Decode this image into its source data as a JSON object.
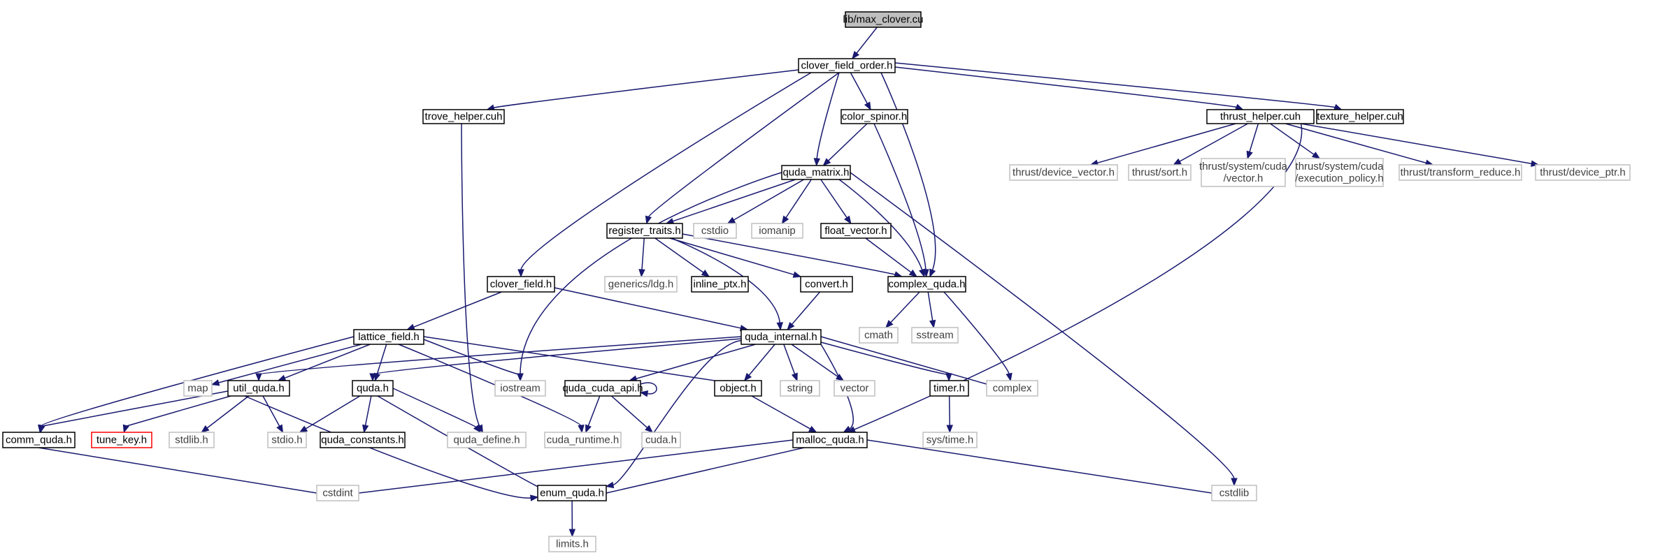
{
  "colors": {
    "edge": "#191970",
    "node_border": "#000000",
    "external_border": "#bfbfbf",
    "missing_border": "#ff0000",
    "root_fill": "#bfbfbf",
    "text": "#000000",
    "external_text": "#404040"
  },
  "nodes": [
    {
      "id": "max_clover",
      "label": "lib/max_clover.cu",
      "kind": "root"
    },
    {
      "id": "clover_field_order",
      "label": "clover_field_order.h",
      "kind": "header"
    },
    {
      "id": "trove_helper",
      "label": "trove_helper.cuh",
      "kind": "header"
    },
    {
      "id": "color_spinor",
      "label": "color_spinor.h",
      "kind": "header"
    },
    {
      "id": "thrust_helper",
      "label": "thrust_helper.cuh",
      "kind": "header"
    },
    {
      "id": "texture_helper",
      "label": "texture_helper.cuh",
      "kind": "header"
    },
    {
      "id": "quda_matrix",
      "label": "quda_matrix.h",
      "kind": "header"
    },
    {
      "id": "thrust_device_vector",
      "label": "thrust/device_vector.h",
      "kind": "external"
    },
    {
      "id": "thrust_sort",
      "label": "thrust/sort.h",
      "kind": "external"
    },
    {
      "id": "thrust_system_vector",
      "label": [
        "thrust/system/cuda",
        "/vector.h"
      ],
      "kind": "external"
    },
    {
      "id": "thrust_exec_policy",
      "label": [
        "thrust/system/cuda",
        "/execution_policy.h"
      ],
      "kind": "external"
    },
    {
      "id": "thrust_transform_reduce",
      "label": "thrust/transform_reduce.h",
      "kind": "external"
    },
    {
      "id": "thrust_device_ptr",
      "label": "thrust/device_ptr.h",
      "kind": "external"
    },
    {
      "id": "register_traits",
      "label": "register_traits.h",
      "kind": "header"
    },
    {
      "id": "cstdio",
      "label": "cstdio",
      "kind": "external"
    },
    {
      "id": "iomanip",
      "label": "iomanip",
      "kind": "external"
    },
    {
      "id": "float_vector",
      "label": "float_vector.h",
      "kind": "header"
    },
    {
      "id": "generics_ldg",
      "label": "generics/ldg.h",
      "kind": "external"
    },
    {
      "id": "inline_ptx",
      "label": "inline_ptx.h",
      "kind": "header"
    },
    {
      "id": "clover_field",
      "label": "clover_field.h",
      "kind": "header"
    },
    {
      "id": "convert",
      "label": "convert.h",
      "kind": "header"
    },
    {
      "id": "complex_quda",
      "label": "complex_quda.h",
      "kind": "header"
    },
    {
      "id": "cmath",
      "label": "cmath",
      "kind": "external"
    },
    {
      "id": "sstream",
      "label": "sstream",
      "kind": "external"
    },
    {
      "id": "lattice_field",
      "label": "lattice_field.h",
      "kind": "header"
    },
    {
      "id": "quda_internal",
      "label": "quda_internal.h",
      "kind": "header"
    },
    {
      "id": "map",
      "label": "map",
      "kind": "external"
    },
    {
      "id": "util_quda",
      "label": "util_quda.h",
      "kind": "header"
    },
    {
      "id": "quda_h",
      "label": "quda.h",
      "kind": "header"
    },
    {
      "id": "iostream",
      "label": "iostream",
      "kind": "external"
    },
    {
      "id": "quda_cuda_api",
      "label": "quda_cuda_api.h",
      "kind": "header"
    },
    {
      "id": "object",
      "label": "object.h",
      "kind": "header"
    },
    {
      "id": "string",
      "label": "string",
      "kind": "external"
    },
    {
      "id": "vector",
      "label": "vector",
      "kind": "external"
    },
    {
      "id": "timer",
      "label": "timer.h",
      "kind": "header"
    },
    {
      "id": "complex",
      "label": "complex",
      "kind": "external"
    },
    {
      "id": "comm_quda",
      "label": "comm_quda.h",
      "kind": "header"
    },
    {
      "id": "tune_key",
      "label": "tune_key.h",
      "kind": "missing"
    },
    {
      "id": "stdlib",
      "label": "stdlib.h",
      "kind": "external"
    },
    {
      "id": "stdio",
      "label": "stdio.h",
      "kind": "external"
    },
    {
      "id": "quda_constants",
      "label": "quda_constants.h",
      "kind": "header"
    },
    {
      "id": "quda_define",
      "label": "quda_define.h",
      "kind": "external"
    },
    {
      "id": "cuda_runtime",
      "label": "cuda_runtime.h",
      "kind": "external"
    },
    {
      "id": "cuda_h",
      "label": "cuda.h",
      "kind": "external"
    },
    {
      "id": "malloc_quda",
      "label": "malloc_quda.h",
      "kind": "header"
    },
    {
      "id": "sys_time",
      "label": "sys/time.h",
      "kind": "external"
    },
    {
      "id": "cstdint",
      "label": "cstdint",
      "kind": "external"
    },
    {
      "id": "enum_quda",
      "label": "enum_quda.h",
      "kind": "header"
    },
    {
      "id": "cstdlib",
      "label": "cstdlib",
      "kind": "external"
    },
    {
      "id": "limits",
      "label": "limits.h",
      "kind": "external"
    }
  ],
  "edges": [
    [
      "max_clover",
      "clover_field_order"
    ],
    [
      "clover_field_order",
      "trove_helper"
    ],
    [
      "clover_field_order",
      "color_spinor"
    ],
    [
      "clover_field_order",
      "thrust_helper"
    ],
    [
      "clover_field_order",
      "texture_helper"
    ],
    [
      "clover_field_order",
      "quda_matrix"
    ],
    [
      "clover_field_order",
      "register_traits"
    ],
    [
      "clover_field_order",
      "clover_field"
    ],
    [
      "clover_field_order",
      "complex_quda"
    ],
    [
      "trove_helper",
      "quda_define"
    ],
    [
      "color_spinor",
      "quda_matrix"
    ],
    [
      "color_spinor",
      "complex_quda"
    ],
    [
      "thrust_helper",
      "thrust_device_vector"
    ],
    [
      "thrust_helper",
      "thrust_sort"
    ],
    [
      "thrust_helper",
      "thrust_system_vector"
    ],
    [
      "thrust_helper",
      "thrust_exec_policy"
    ],
    [
      "thrust_helper",
      "thrust_transform_reduce"
    ],
    [
      "thrust_helper",
      "thrust_device_ptr"
    ],
    [
      "thrust_helper",
      "malloc_quda"
    ],
    [
      "quda_matrix",
      "register_traits"
    ],
    [
      "quda_matrix",
      "cstdio"
    ],
    [
      "quda_matrix",
      "iomanip"
    ],
    [
      "quda_matrix",
      "float_vector"
    ],
    [
      "quda_matrix",
      "complex_quda"
    ],
    [
      "quda_matrix",
      "iostream"
    ],
    [
      "quda_matrix",
      "cstdlib"
    ],
    [
      "register_traits",
      "generics_ldg"
    ],
    [
      "register_traits",
      "inline_ptx"
    ],
    [
      "register_traits",
      "convert"
    ],
    [
      "register_traits",
      "complex_quda"
    ],
    [
      "register_traits",
      "quda_internal"
    ],
    [
      "float_vector",
      "complex_quda"
    ],
    [
      "clover_field",
      "lattice_field"
    ],
    [
      "clover_field",
      "quda_internal"
    ],
    [
      "convert",
      "quda_internal"
    ],
    [
      "complex_quda",
      "cmath"
    ],
    [
      "complex_quda",
      "sstream"
    ],
    [
      "complex_quda",
      "complex"
    ],
    [
      "lattice_field",
      "map"
    ],
    [
      "lattice_field",
      "util_quda"
    ],
    [
      "lattice_field",
      "quda_h"
    ],
    [
      "lattice_field",
      "iostream"
    ],
    [
      "lattice_field",
      "object"
    ],
    [
      "lattice_field",
      "cuda_runtime"
    ],
    [
      "lattice_field",
      "comm_quda"
    ],
    [
      "quda_internal",
      "util_quda"
    ],
    [
      "quda_internal",
      "quda_h"
    ],
    [
      "quda_internal",
      "quda_cuda_api"
    ],
    [
      "quda_internal",
      "object"
    ],
    [
      "quda_internal",
      "string"
    ],
    [
      "quda_internal",
      "vector"
    ],
    [
      "quda_internal",
      "timer"
    ],
    [
      "quda_internal",
      "complex"
    ],
    [
      "quda_internal",
      "malloc_quda"
    ],
    [
      "quda_internal",
      "enum_quda"
    ],
    [
      "util_quda",
      "comm_quda"
    ],
    [
      "util_quda",
      "tune_key"
    ],
    [
      "util_quda",
      "stdlib"
    ],
    [
      "util_quda",
      "stdio"
    ],
    [
      "util_quda",
      "enum_quda"
    ],
    [
      "quda_h",
      "stdio"
    ],
    [
      "quda_h",
      "quda_constants"
    ],
    [
      "quda_h",
      "quda_define"
    ],
    [
      "quda_h",
      "enum_quda"
    ],
    [
      "quda_cuda_api",
      "quda_cuda_api"
    ],
    [
      "quda_cuda_api",
      "cuda_runtime"
    ],
    [
      "quda_cuda_api",
      "cuda_h"
    ],
    [
      "object",
      "malloc_quda"
    ],
    [
      "timer",
      "sys_time"
    ],
    [
      "comm_quda",
      "cstdint"
    ],
    [
      "malloc_quda",
      "cstdint"
    ],
    [
      "malloc_quda",
      "enum_quda"
    ],
    [
      "malloc_quda",
      "cstdlib"
    ],
    [
      "enum_quda",
      "limits"
    ]
  ]
}
